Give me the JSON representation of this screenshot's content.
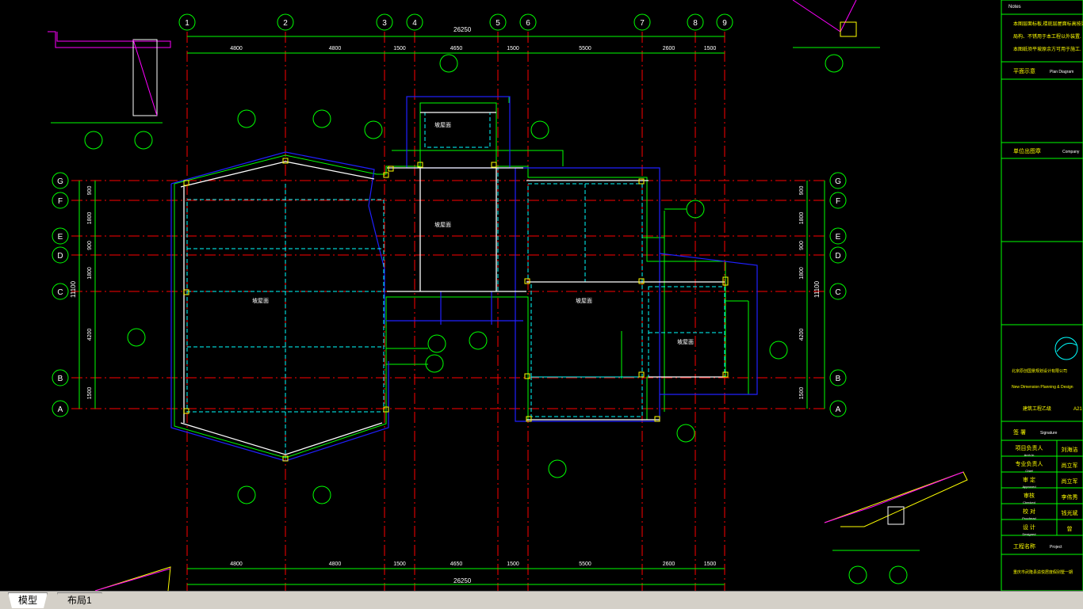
{
  "dims_top": [
    "4800",
    "4800",
    "1500",
    "4650",
    "1500",
    "5500",
    "2600",
    "1500"
  ],
  "dims_total": "26250",
  "dims_bottom": [
    "4800",
    "4800",
    "1500",
    "4650",
    "1500",
    "5500",
    "2600",
    "1500"
  ],
  "grid_cols": [
    "1",
    "2",
    "3",
    "4",
    "5",
    "6",
    "7",
    "8",
    "9"
  ],
  "grid_rows": [
    "G",
    "F",
    "E",
    "D",
    "C",
    "B",
    "A"
  ],
  "left_dims": [
    "900",
    "1800",
    "900",
    "1800",
    "4200",
    "1500"
  ],
  "left_total": "11100",
  "notes_title": "Notes",
  "notes": [
    "本图层面标板,楼底层屋面标高按梁顶",
    "局构、不锈用于本工程以外装置.",
    "本图纸须平坡原余方可用于施工."
  ],
  "section_plan": "平面示意",
  "section_plan_en": "Plan Diagram",
  "section_unit": "单位出图章",
  "section_unit_en": "Company",
  "company_name_cn": "北京原创国景规划设计有限公司",
  "company_name_en": "New Dimension Planning & Design",
  "license": "建筑工程乙级",
  "license_no": "A21",
  "sign_title": "签 署",
  "sign_title_en": "Signature",
  "sign_rows": [
    {
      "role": "项目负责人",
      "role_en": "Arch.In",
      "name": "刘海洁"
    },
    {
      "role": "专业负责人",
      "role_en": "Chief",
      "name": "尚立军"
    },
    {
      "role": "审 定",
      "role_en": "Approved",
      "name": "尚立军"
    },
    {
      "role": "审核",
      "role_en": "Checked",
      "name": "李伟秀"
    },
    {
      "role": "校 对",
      "role_en": "Proofread",
      "name": "钱光斌"
    },
    {
      "role": "设 计",
      "role_en": "Designed",
      "name": "曾"
    }
  ],
  "project_title": "工程名称",
  "project_title_en": "Project",
  "project_name": "重庆市武隆县渝悦居度假别墅一期",
  "tabs": {
    "model": "模型",
    "layout1": "布局1"
  },
  "labels": {
    "roof": "坡屋面",
    "roof2": "坡屋面",
    "roof3": "坡屋面",
    "roof4": "坡屋面",
    "roof5": "坡屋面"
  },
  "colors": {
    "grid": "#00ff00",
    "axis": "#ff0000",
    "wall": "#ffffff",
    "beam": "#0000ff",
    "accent": "#ffff00",
    "hatch": "#ff00ff"
  }
}
